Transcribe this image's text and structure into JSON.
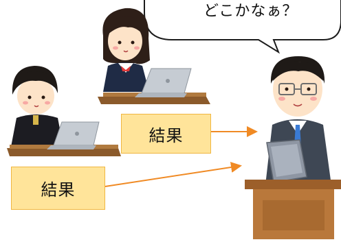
{
  "speech_bubble": {
    "text": "どこかなぁ？"
  },
  "result_labels": [
    "結果",
    "結果"
  ],
  "colors": {
    "arrow": "#f08a24",
    "result_fill": "#ffe49a",
    "result_border": "#f0b640"
  },
  "icons": {
    "student_girl": "student-girl-laptop-icon",
    "student_boy": "student-boy-laptop-icon",
    "teacher": "teacher-tablet-icon"
  }
}
